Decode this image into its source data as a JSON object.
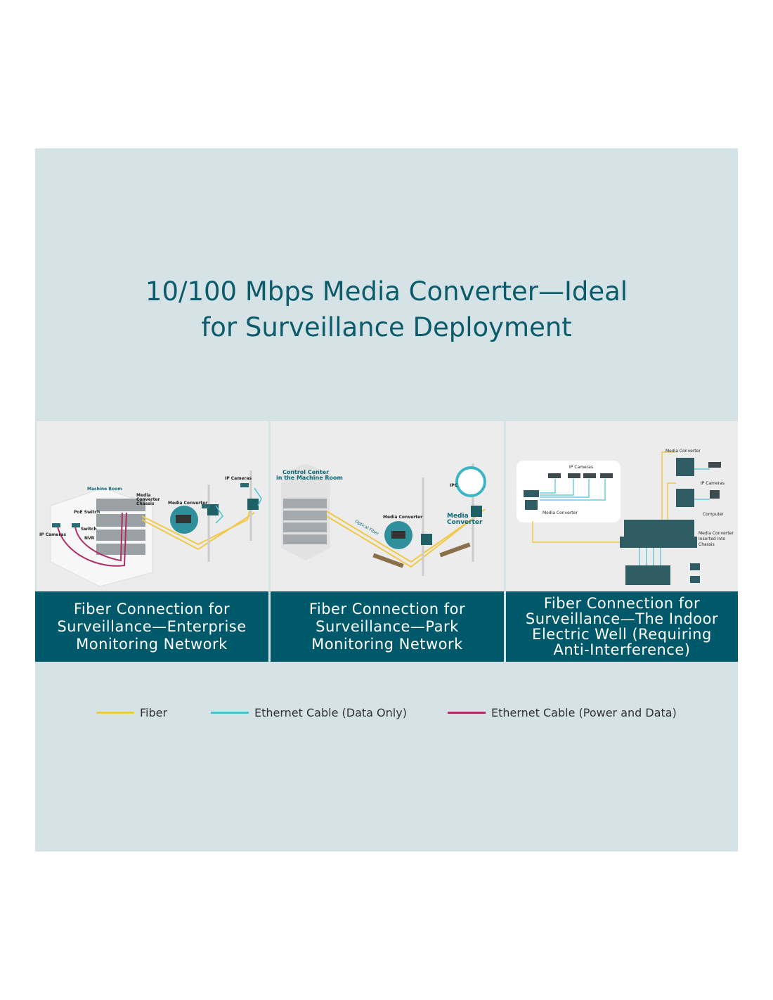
{
  "title_line1": "10/100 Mbps Media Converter—Ideal",
  "title_line2": "for Surveillance Deployment",
  "scenarios": [
    {
      "caption_lines": [
        "Fiber Connection for",
        "Surveillance—Enterprise",
        "Monitoring Network"
      ],
      "labels": {
        "machine_room": "Machine Room",
        "chassis": "Media Converter Chassis",
        "media_converter": "Media Converter",
        "poe_switch": "PoE Switch",
        "switch": "Switch",
        "nvr": "NVR",
        "ip_cameras_left": "IP Cameras",
        "ip_cameras_right": "IP Cameras"
      }
    },
    {
      "caption_lines": [
        "Fiber Connection for",
        "Surveillance—Park",
        "Monitoring Network"
      ],
      "labels": {
        "control_center_1": "Control Center",
        "control_center_2": "in the Machine Room",
        "optical_fiber": "Optical Fiber",
        "media_converter_small": "Media Converter",
        "media_converter_big_1": "Media",
        "media_converter_big_2": "Converter",
        "ipc": "IPC"
      }
    },
    {
      "caption_lines": [
        "Fiber Connection for",
        "Surveillance—The Indoor",
        "Electric Well (Requiring",
        "Anti-Interference)"
      ],
      "labels": {
        "ip_cameras_box": "IP Cameras",
        "media_converter_box": "Media Converter",
        "media_converter_top": "Media Converter",
        "ip_cameras": "IP Cameras",
        "computer": "Computer",
        "chassis_1": "Media Converter",
        "chassis_2": "Inserted into",
        "chassis_3": "Chassis"
      }
    }
  ],
  "legend": [
    {
      "label": "Fiber",
      "color": "#f1c94a"
    },
    {
      "label": "Ethernet Cable (Data Only)",
      "color": "#4cc0d4"
    },
    {
      "label": "Ethernet Cable (Power and Data)",
      "color": "#b02d68"
    }
  ],
  "colors": {
    "background": "#d6e3e6",
    "title": "#0b5b6b",
    "caption_bar": "#00596b",
    "panel": "#ececec"
  }
}
